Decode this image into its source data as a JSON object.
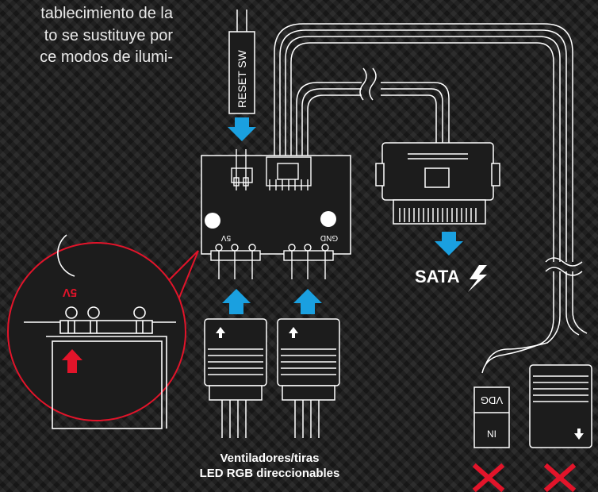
{
  "intro_lines": [
    "tablecimiento de la",
    "to se sustituye por",
    "ce modos de ilumi-"
  ],
  "labels": {
    "reset_sw": "RESET SW",
    "pin_5v": "5V",
    "pin_gnd": "GND",
    "zoom_5v": "5V",
    "sata": "SATA",
    "ventiladores_line1": "Ventiladores/tiras",
    "ventiladores_line2": "LED RGB direccionables",
    "vdg": "VDG",
    "ni": "NI"
  },
  "icons": {
    "arrow_blue": "down-arrow-icon / up-arrow-icon",
    "lightning": "lightning-bolt-icon",
    "cross": "red-x-icon",
    "plug_arrow": "small-up-arrow-icon"
  },
  "colors": {
    "accent_blue": "#1aa0e0",
    "accent_red": "#e2142a",
    "line": "#ffffff",
    "background": "#1c1c1c"
  }
}
